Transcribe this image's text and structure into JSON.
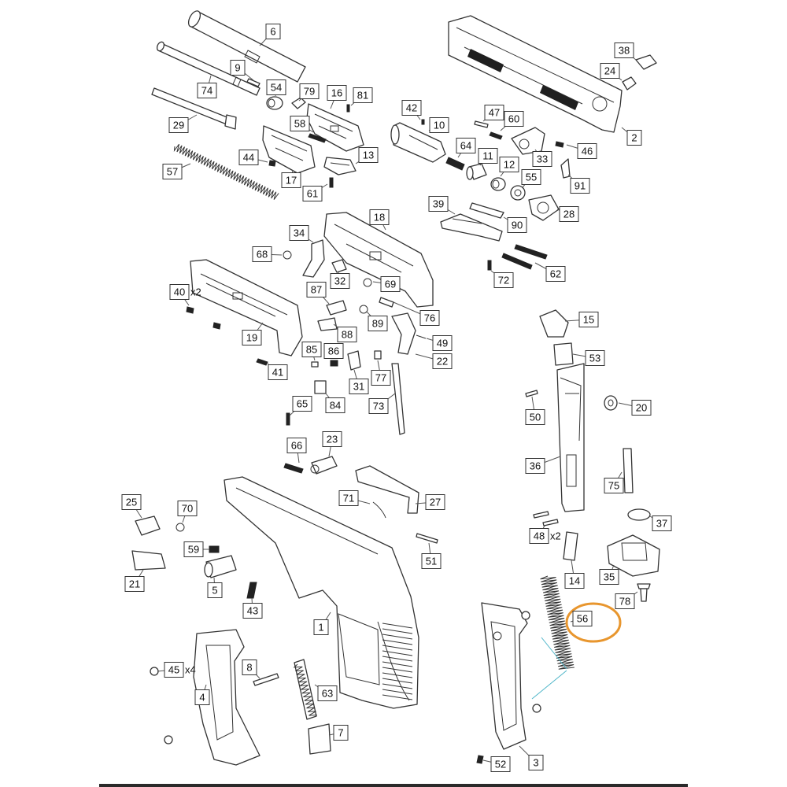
{
  "colors": {
    "line": "#333333",
    "highlight": "#e8962e",
    "guide": "#4fb6c9"
  },
  "highlight": {
    "part": "56"
  },
  "callouts": [
    {
      "id": "6",
      "label": "6"
    },
    {
      "id": "9",
      "label": "9"
    },
    {
      "id": "74",
      "label": "74"
    },
    {
      "id": "54",
      "label": "54"
    },
    {
      "id": "79",
      "label": "79"
    },
    {
      "id": "16",
      "label": "16"
    },
    {
      "id": "81",
      "label": "81"
    },
    {
      "id": "29",
      "label": "29"
    },
    {
      "id": "58",
      "label": "58"
    },
    {
      "id": "44",
      "label": "44"
    },
    {
      "id": "13",
      "label": "13"
    },
    {
      "id": "57",
      "label": "57"
    },
    {
      "id": "17",
      "label": "17"
    },
    {
      "id": "61",
      "label": "61"
    },
    {
      "id": "38",
      "label": "38"
    },
    {
      "id": "24",
      "label": "24"
    },
    {
      "id": "42",
      "label": "42"
    },
    {
      "id": "47",
      "label": "47"
    },
    {
      "id": "10",
      "label": "10"
    },
    {
      "id": "60",
      "label": "60"
    },
    {
      "id": "2",
      "label": "2"
    },
    {
      "id": "64",
      "label": "64"
    },
    {
      "id": "11",
      "label": "11"
    },
    {
      "id": "33",
      "label": "33"
    },
    {
      "id": "46",
      "label": "46"
    },
    {
      "id": "12",
      "label": "12"
    },
    {
      "id": "55",
      "label": "55"
    },
    {
      "id": "91",
      "label": "91"
    },
    {
      "id": "28",
      "label": "28"
    },
    {
      "id": "39",
      "label": "39"
    },
    {
      "id": "90",
      "label": "90"
    },
    {
      "id": "62",
      "label": "62"
    },
    {
      "id": "72",
      "label": "72"
    },
    {
      "id": "18",
      "label": "18"
    },
    {
      "id": "34",
      "label": "34"
    },
    {
      "id": "68",
      "label": "68"
    },
    {
      "id": "32",
      "label": "32"
    },
    {
      "id": "69",
      "label": "69"
    },
    {
      "id": "87",
      "label": "87"
    },
    {
      "id": "40",
      "label": "40",
      "qty": "x2"
    },
    {
      "id": "76",
      "label": "76"
    },
    {
      "id": "89",
      "label": "89"
    },
    {
      "id": "88",
      "label": "88"
    },
    {
      "id": "19",
      "label": "19"
    },
    {
      "id": "49",
      "label": "49"
    },
    {
      "id": "85",
      "label": "85"
    },
    {
      "id": "86",
      "label": "86"
    },
    {
      "id": "22",
      "label": "22"
    },
    {
      "id": "41",
      "label": "41"
    },
    {
      "id": "31",
      "label": "31"
    },
    {
      "id": "77",
      "label": "77"
    },
    {
      "id": "84",
      "label": "84"
    },
    {
      "id": "65",
      "label": "65"
    },
    {
      "id": "73",
      "label": "73"
    },
    {
      "id": "23",
      "label": "23"
    },
    {
      "id": "66",
      "label": "66"
    },
    {
      "id": "71",
      "label": "71"
    },
    {
      "id": "27",
      "label": "27"
    },
    {
      "id": "25",
      "label": "25"
    },
    {
      "id": "70",
      "label": "70"
    },
    {
      "id": "59",
      "label": "59"
    },
    {
      "id": "51",
      "label": "51"
    },
    {
      "id": "21",
      "label": "21"
    },
    {
      "id": "5",
      "label": "5"
    },
    {
      "id": "43",
      "label": "43"
    },
    {
      "id": "1",
      "label": "1"
    },
    {
      "id": "45",
      "label": "45",
      "qty": "x4"
    },
    {
      "id": "8",
      "label": "8"
    },
    {
      "id": "4",
      "label": "4"
    },
    {
      "id": "63",
      "label": "63"
    },
    {
      "id": "7",
      "label": "7"
    },
    {
      "id": "15",
      "label": "15"
    },
    {
      "id": "53",
      "label": "53"
    },
    {
      "id": "50",
      "label": "50"
    },
    {
      "id": "20",
      "label": "20"
    },
    {
      "id": "36",
      "label": "36"
    },
    {
      "id": "75",
      "label": "75"
    },
    {
      "id": "37",
      "label": "37"
    },
    {
      "id": "48",
      "label": "48",
      "qty": "x2"
    },
    {
      "id": "35",
      "label": "35"
    },
    {
      "id": "14",
      "label": "14"
    },
    {
      "id": "78",
      "label": "78"
    },
    {
      "id": "56",
      "label": "56"
    },
    {
      "id": "3",
      "label": "3"
    },
    {
      "id": "52",
      "label": "52"
    }
  ]
}
